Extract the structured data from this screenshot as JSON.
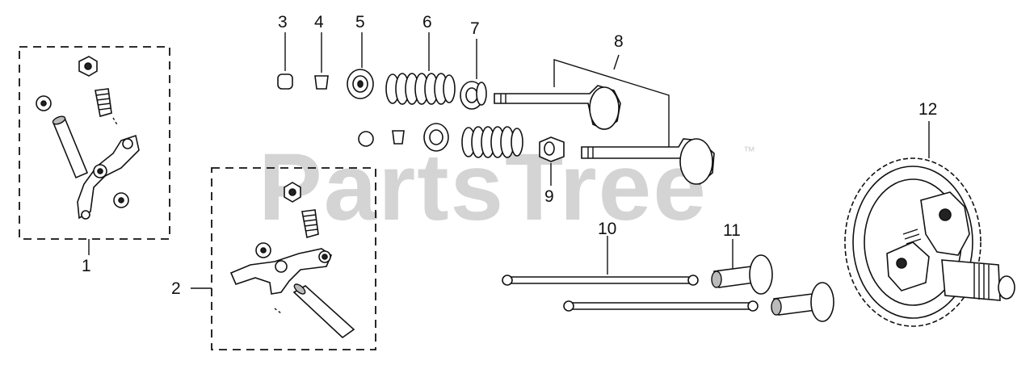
{
  "watermark": {
    "text": "PartsTree",
    "trademark": "™"
  },
  "callouts": [
    "1",
    "2",
    "3",
    "4",
    "5",
    "6",
    "7",
    "8",
    "9",
    "10",
    "11",
    "12"
  ]
}
